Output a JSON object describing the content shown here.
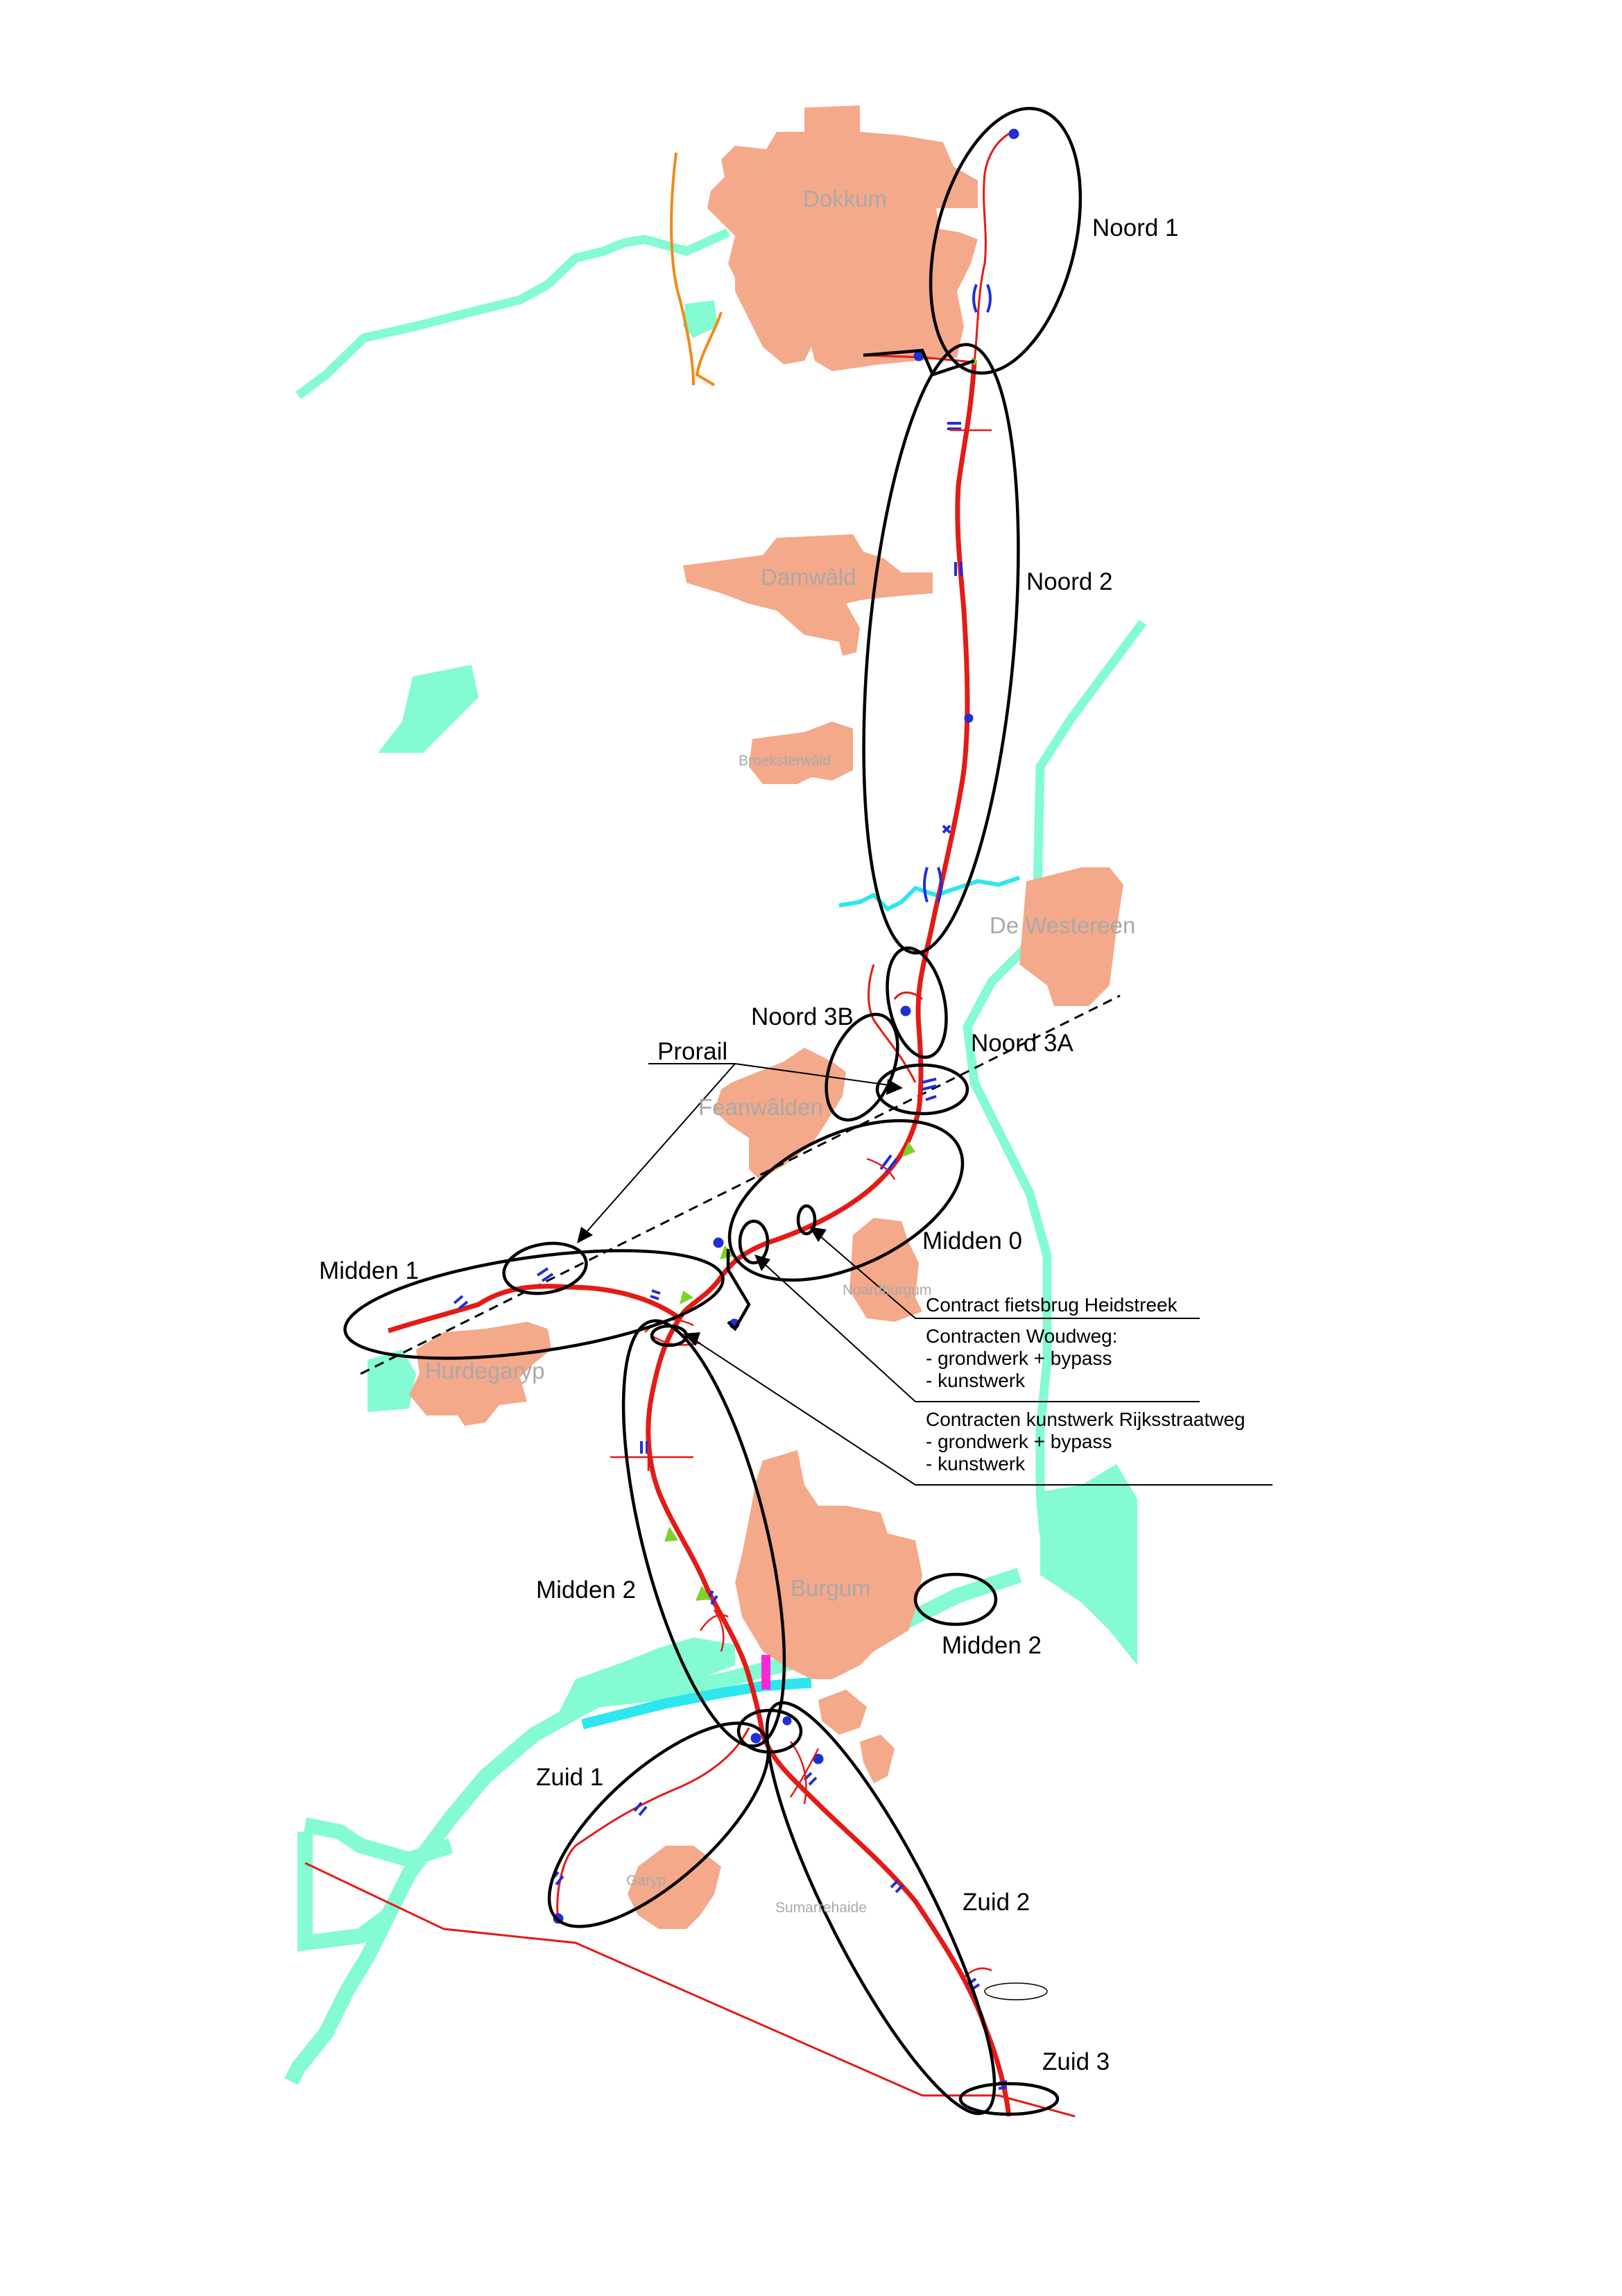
{
  "colors": {
    "town": "#f4a98a",
    "water": "#84fbd2",
    "canal": "#2ee6ee",
    "road": "#e31b17",
    "structure": "#1f2fd6",
    "accent_green": "#7dd22b",
    "accent_magenta": "#ff24d8",
    "canal_orange": "#ef8a1a"
  },
  "towns": {
    "dokkum": "Dokkum",
    "damwald": "Damwâld",
    "broeksterwald": "Broeksterwâld",
    "de_westereen": "De Westereen",
    "feanwalden": "Feanwâlden",
    "noardburgum": "Noardburgum",
    "hurdegaryp": "Hurdegaryp",
    "burgum": "Burgum",
    "garyp": "Garyp",
    "sumarrehaide": "Sumarrehaide"
  },
  "segments": {
    "noord1": "Noord 1",
    "noord2": "Noord 2",
    "noord3b": "Noord 3B",
    "noord3a": "Noord 3A",
    "prorail": "Prorail",
    "midden0": "Midden 0",
    "midden1": "Midden 1",
    "midden2": "Midden 2",
    "midden2b": "Midden 2",
    "zuid1": "Zuid 1",
    "zuid2": "Zuid 2",
    "zuid3": "Zuid 3"
  },
  "contracts": {
    "fietsbrug": "Contract fietsbrug Heidstreek",
    "woudweg_title": "Contracten Woudweg:",
    "woudweg_1": "- grondwerk + bypass",
    "woudweg_2": "- kunstwerk",
    "rijksstraatweg_title": "Contracten kunstwerk Rijksstraatweg",
    "rijksstraatweg_1": "- grondwerk + bypass",
    "rijksstraatweg_2": "- kunstwerk"
  }
}
